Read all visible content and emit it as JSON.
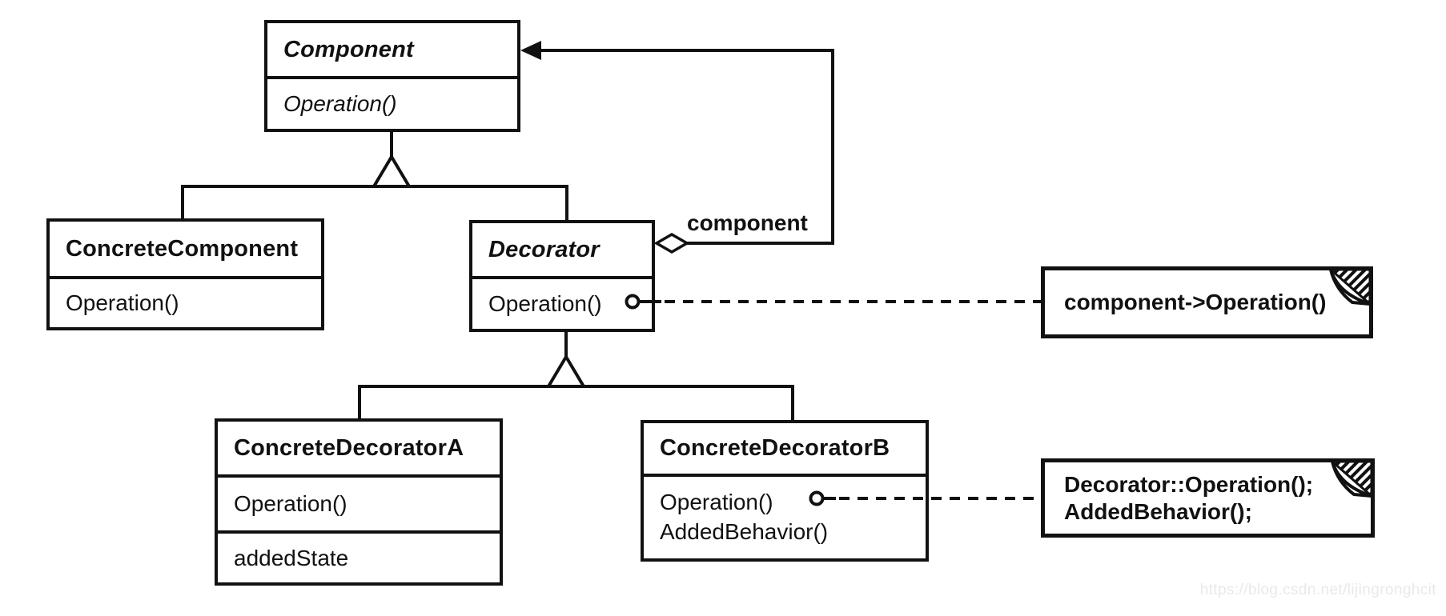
{
  "classes": {
    "component": {
      "name": "Component",
      "methods": [
        "Operation()"
      ]
    },
    "concrete_component": {
      "name": "ConcreteComponent",
      "methods": [
        "Operation()"
      ]
    },
    "decorator": {
      "name": "Decorator",
      "methods": [
        "Operation()"
      ]
    },
    "concrete_decorator_a": {
      "name": "ConcreteDecoratorA",
      "methods": [
        "Operation()"
      ],
      "attributes": [
        "addedState"
      ]
    },
    "concrete_decorator_b": {
      "name": "ConcreteDecoratorB",
      "methods": [
        "Operation()",
        "AddedBehavior()"
      ]
    }
  },
  "relationships": {
    "aggregation_label": "component"
  },
  "notes": {
    "decorator_operation": {
      "lines": [
        "component->Operation()"
      ]
    },
    "concrete_b_operation": {
      "lines": [
        "Decorator::Operation();",
        "AddedBehavior();"
      ]
    }
  },
  "watermark": {
    "text": "https://blog.csdn.net/lijingronghcit",
    "color": "#e9e9e9"
  },
  "colors": {
    "ink": "#111111",
    "background": "#ffffff"
  }
}
